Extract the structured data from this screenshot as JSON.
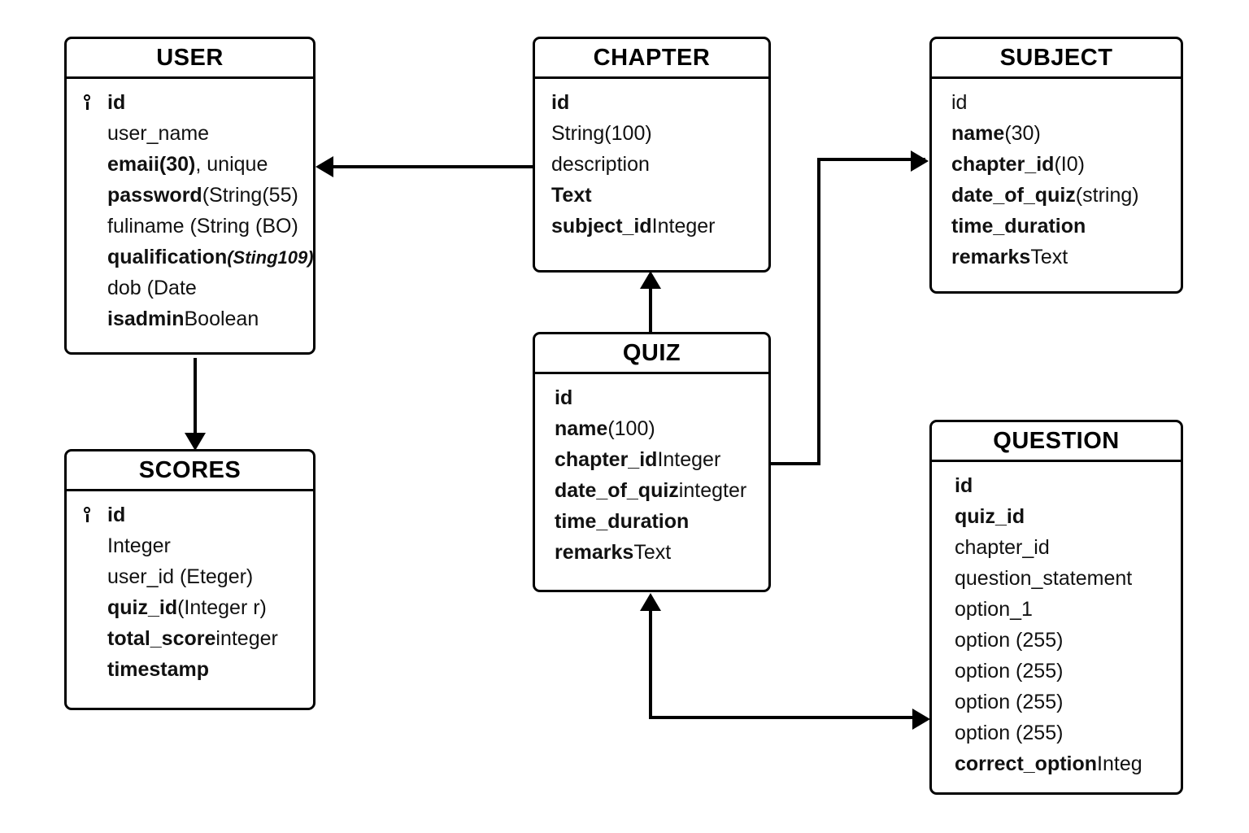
{
  "diagram": {
    "type": "er-diagram",
    "background_color": "#ffffff",
    "line_color": "#000000",
    "text_color": "#000000"
  },
  "entities": {
    "user": {
      "title": "USER",
      "attributes": [
        {
          "key": true,
          "bold": "id",
          "rest": ""
        },
        {
          "key": false,
          "bold": "",
          "rest": "user_name"
        },
        {
          "key": false,
          "bold": "emaii(30)",
          "rest": ", unique"
        },
        {
          "key": false,
          "bold": "password",
          "rest": " (String(55)"
        },
        {
          "key": false,
          "bold": "",
          "rest": "fuliname (String (BO)"
        },
        {
          "key": false,
          "bold": "qualification",
          "rest": " ",
          "italic": "(Sting109)"
        },
        {
          "key": false,
          "bold": "",
          "rest": "dob (Date"
        },
        {
          "key": false,
          "bold": "isadmin",
          "rest": " Boolean"
        }
      ]
    },
    "scores": {
      "title": "SCORES",
      "attributes": [
        {
          "key": true,
          "bold": "id",
          "rest": ""
        },
        {
          "key": false,
          "bold": "",
          "rest": "Integer"
        },
        {
          "key": false,
          "bold": "",
          "rest": "user_id (Eteger)"
        },
        {
          "key": false,
          "bold": "quiz_id",
          "rest": " (Integer   r)"
        },
        {
          "key": false,
          "bold": "total_score",
          "rest": " integer"
        },
        {
          "key": false,
          "bold": "timestamp",
          "rest": ""
        }
      ]
    },
    "chapter": {
      "title": "CHAPTER",
      "attributes": [
        {
          "key": false,
          "bold": "id",
          "rest": ""
        },
        {
          "key": false,
          "bold": "",
          "rest": "String(100)"
        },
        {
          "key": false,
          "bold": "",
          "rest": "description"
        },
        {
          "key": false,
          "bold": "Text",
          "rest": ""
        },
        {
          "key": false,
          "bold": "subject_id",
          "rest": " Integer"
        }
      ]
    },
    "quiz": {
      "title": "QUIZ",
      "attributes": [
        {
          "key": false,
          "bold": "id",
          "rest": ""
        },
        {
          "key": false,
          "bold": "name",
          "rest": " (100)"
        },
        {
          "key": false,
          "bold": "chapter_id",
          "rest": " Integer"
        },
        {
          "key": false,
          "bold": "date_of_quiz",
          "rest": " integter"
        },
        {
          "key": false,
          "bold": "time_duration",
          "rest": ""
        },
        {
          "key": false,
          "bold": "remarks",
          "rest": " Text"
        }
      ]
    },
    "subject": {
      "title": "SUBJECT",
      "attributes": [
        {
          "key": false,
          "bold": "",
          "rest": "id"
        },
        {
          "key": false,
          "bold": "name",
          "rest": " (30)"
        },
        {
          "key": false,
          "bold": "chapter_id",
          "rest": " (I0)"
        },
        {
          "key": false,
          "bold": "date_of_quiz",
          "rest": " (string)"
        },
        {
          "key": false,
          "bold": "time_duration",
          "rest": ""
        },
        {
          "key": false,
          "bold": "remarks",
          "rest": " Text"
        }
      ]
    },
    "question": {
      "title": "QUESTION",
      "attributes": [
        {
          "key": false,
          "bold": "id",
          "rest": ""
        },
        {
          "key": false,
          "bold": "quiz_id",
          "rest": ""
        },
        {
          "key": false,
          "bold": "",
          "rest": "chapter_id"
        },
        {
          "key": false,
          "bold": "",
          "rest": "question_statement"
        },
        {
          "key": false,
          "bold": "",
          "rest": "option_1"
        },
        {
          "key": false,
          "bold": "",
          "rest": "option (255)"
        },
        {
          "key": false,
          "bold": "",
          "rest": "option (255)"
        },
        {
          "key": false,
          "bold": "",
          "rest": "option (255)"
        },
        {
          "key": false,
          "bold": "",
          "rest": "option (255)"
        },
        {
          "key": false,
          "bold": "correct_option",
          "rest": " Integ"
        }
      ]
    }
  },
  "relationships": [
    {
      "name": "chapter-to-user",
      "from": "CHAPTER",
      "to": "USER",
      "arrow": "left"
    },
    {
      "name": "user-to-scores",
      "from": "USER",
      "to": "SCORES",
      "arrow": "down"
    },
    {
      "name": "quiz-to-chapter",
      "from": "QUIZ",
      "to": "CHAPTER",
      "arrow": "up"
    },
    {
      "name": "quiz-to-subject",
      "from": "QUIZ",
      "to": "SUBJECT",
      "arrow": "right"
    },
    {
      "name": "question-to-quiz",
      "from": "QUESTION",
      "to": "QUIZ",
      "arrow": "up"
    },
    {
      "name": "quiz-to-question",
      "from": "QUIZ",
      "to": "QUESTION",
      "arrow": "right"
    }
  ]
}
